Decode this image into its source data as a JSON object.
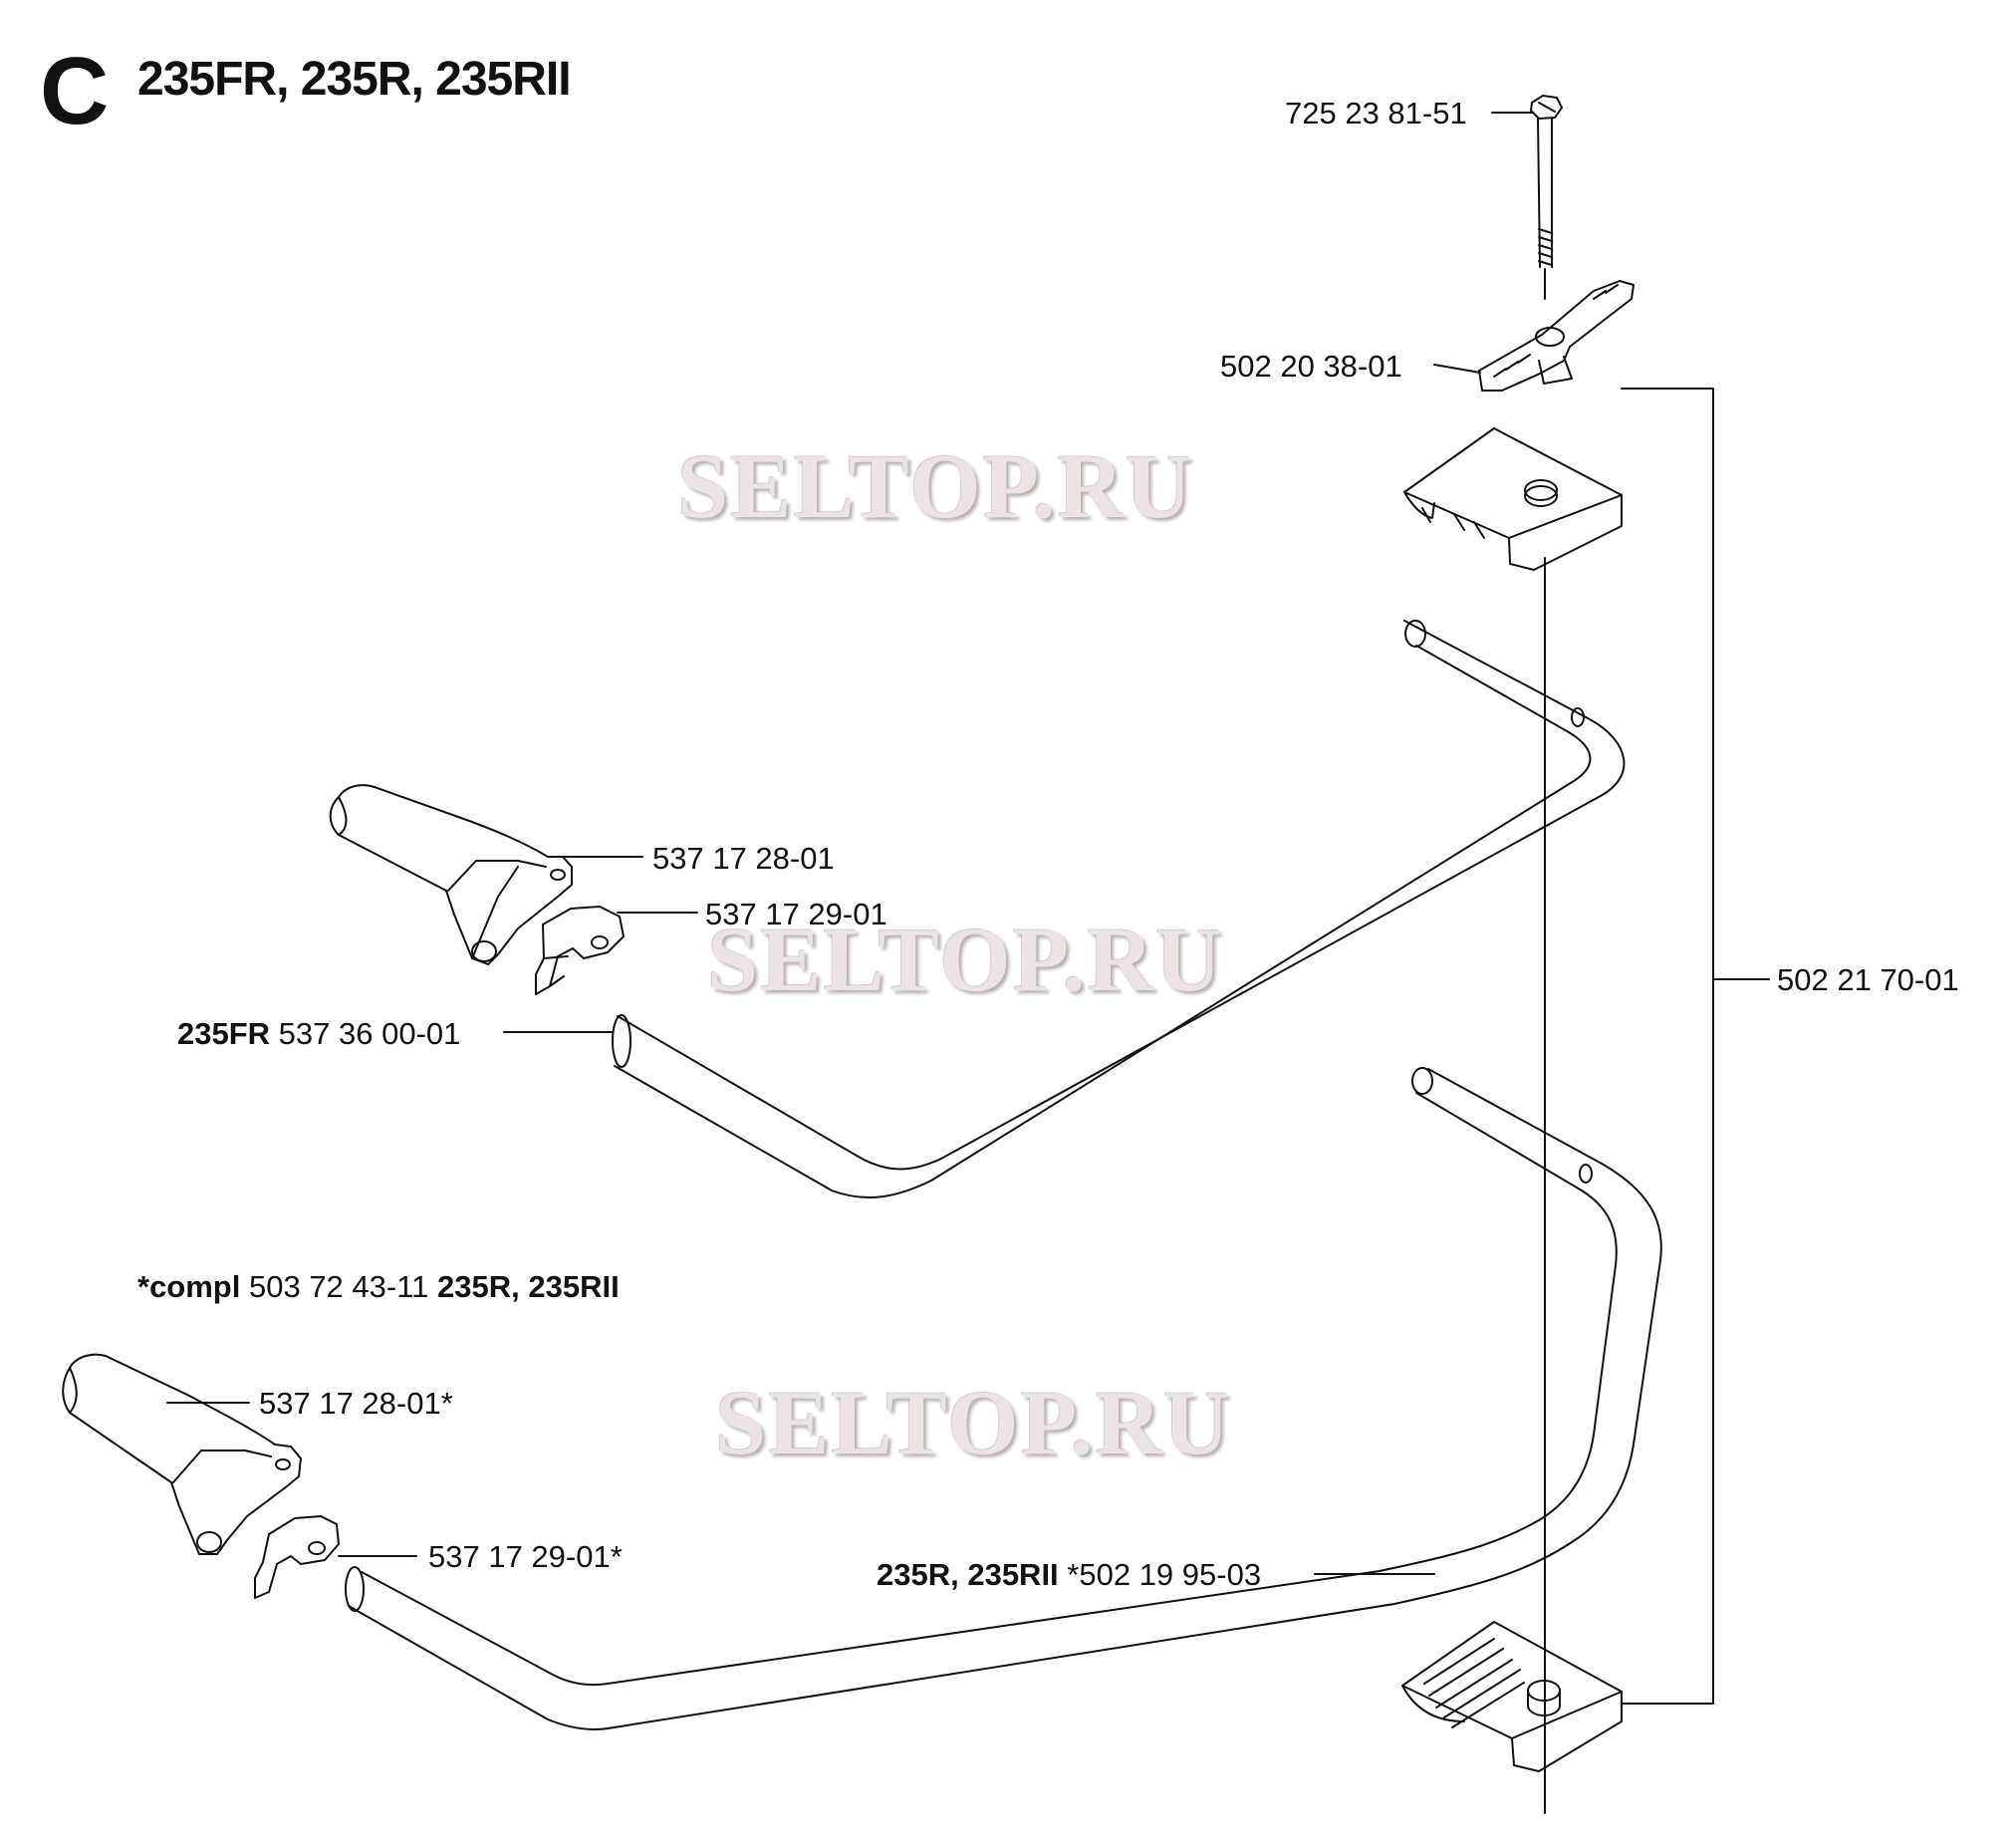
{
  "header": {
    "section_letter": "C",
    "models": "235FR, 235R, 235RII"
  },
  "watermark": "SELTOP.RU",
  "callouts": {
    "bolt": "725 23 81-51",
    "wing_knob": "502 20 38-01",
    "clamp_kit": "502 21 70-01",
    "handle_grip_fr": "537 17 28-01",
    "handle_clip_fr": "537 17 29-01",
    "handlebar_fr": {
      "bold": "235FR",
      "number": "537 36 00-01"
    },
    "compl_note": {
      "bold_prefix": "*compl",
      "number": "503 72 43-11",
      "bold_suffix": "235R, 235RII"
    },
    "handle_grip_r": "537 17 28-01*",
    "handle_clip_r": "537 17 29-01*",
    "handlebar_r": {
      "bold": "235R, 235RII",
      "number": "*502 19 95-03"
    }
  }
}
